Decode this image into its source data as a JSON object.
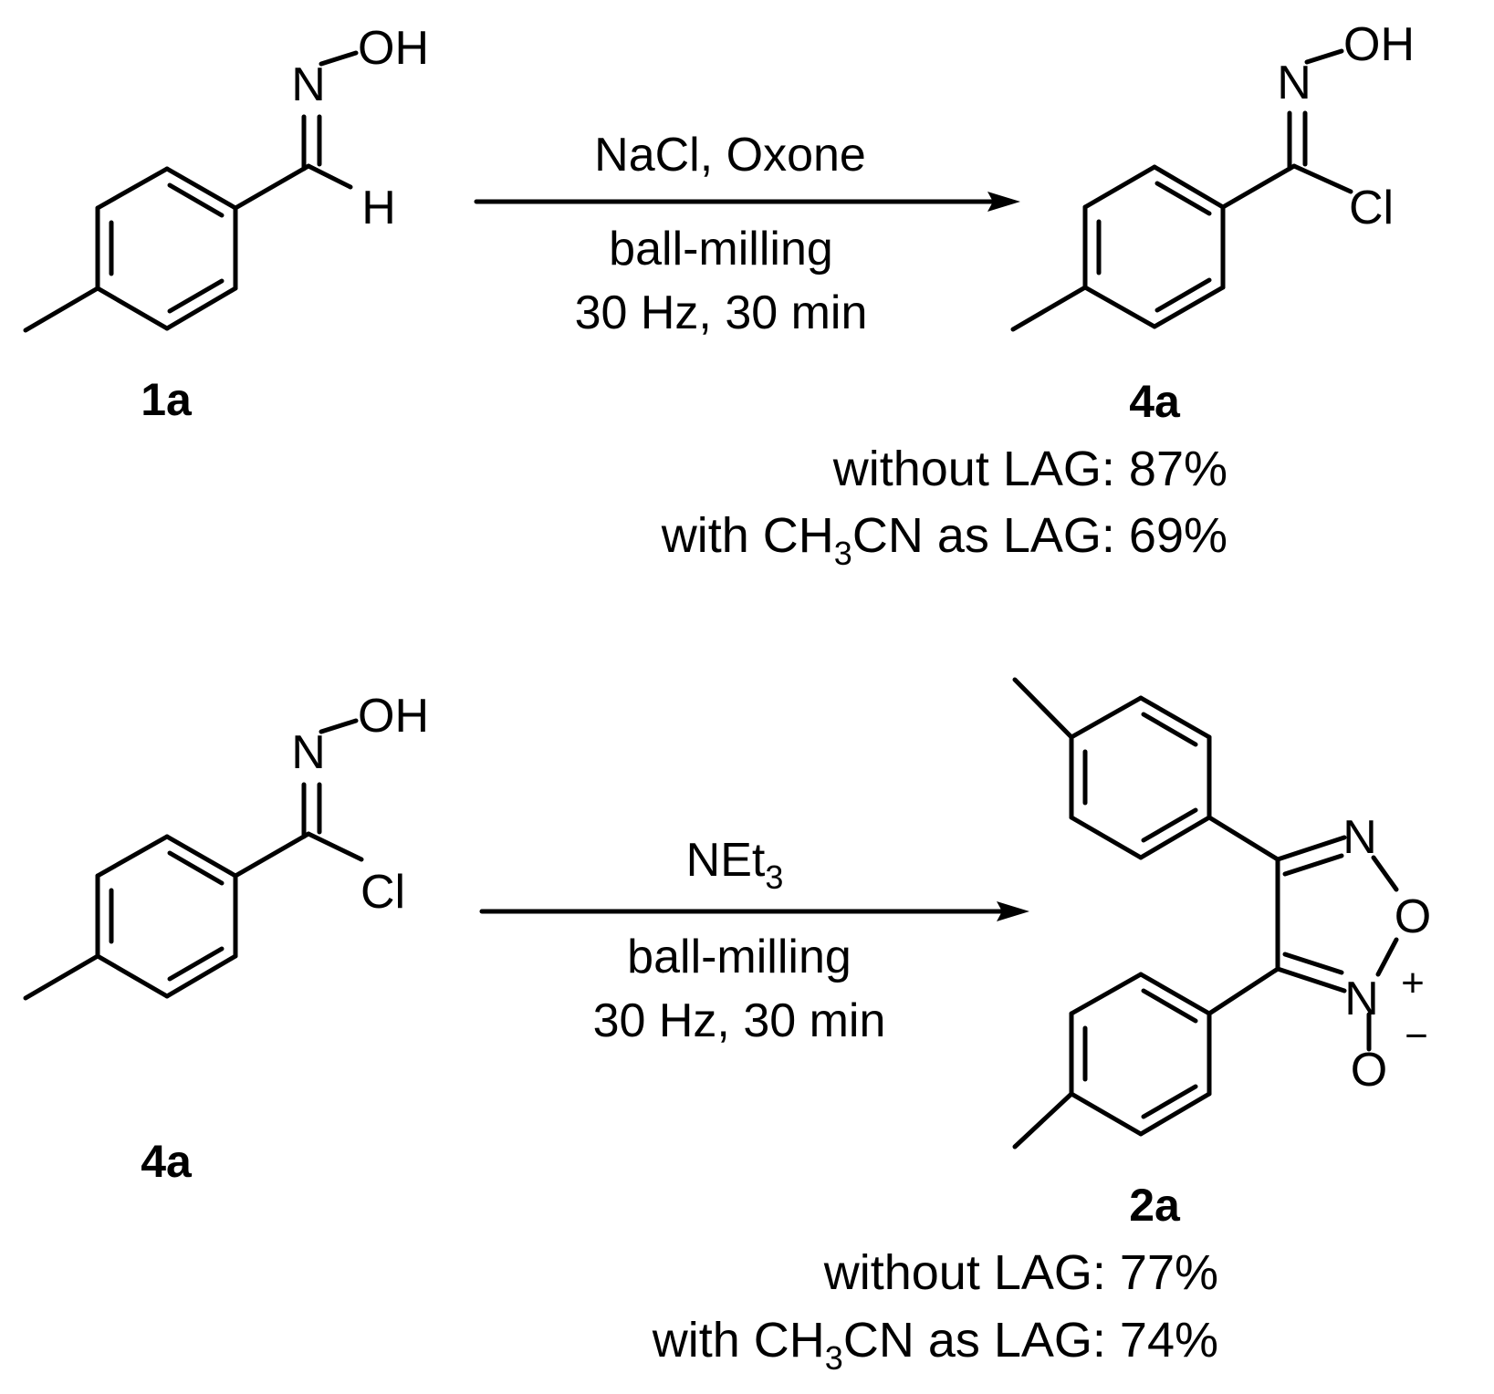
{
  "reaction1": {
    "reagents": "NaCl, Oxone",
    "condition_line1": "ball-milling",
    "condition_line2": "30 Hz, 30 min",
    "start_label": "1a",
    "product_label": "4a",
    "yield_without": "without LAG: 87%",
    "yield_with_prefix": "with CH",
    "yield_with_sub": "3",
    "yield_with_suffix": "CN as LAG: 69%"
  },
  "reaction2": {
    "reagent_main": "NEt",
    "reagent_sub": "3",
    "condition_line1": "ball-milling",
    "condition_line2": "30 Hz, 30 min",
    "start_label": "4a",
    "product_label": "2a",
    "yield_without": "without LAG: 77%",
    "yield_with_prefix": "with CH",
    "yield_with_sub": "3",
    "yield_with_suffix": "CN as LAG: 74%"
  },
  "atoms": {
    "oh": "OH",
    "n": "N",
    "h": "H",
    "cl": "Cl",
    "o": "O",
    "plus": "+",
    "minus": "−"
  }
}
